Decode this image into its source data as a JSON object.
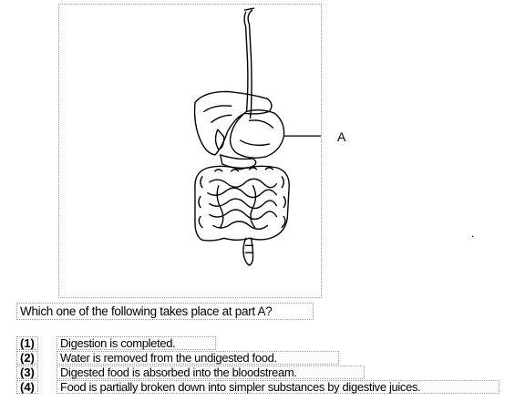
{
  "figure": {
    "label": "A"
  },
  "stray_mark": ".",
  "question": {
    "text": "Which one of the following takes place at part A?"
  },
  "options": [
    {
      "number": "(1)",
      "text": "Digestion is completed."
    },
    {
      "number": "(2)",
      "text": "Water is removed from the undigested food."
    },
    {
      "number": "(3)",
      "text": "Digested food is absorbed into the bloodstream."
    },
    {
      "number": "(4)",
      "text": "Food is partially broken down into simpler substances by digestive juices."
    }
  ]
}
